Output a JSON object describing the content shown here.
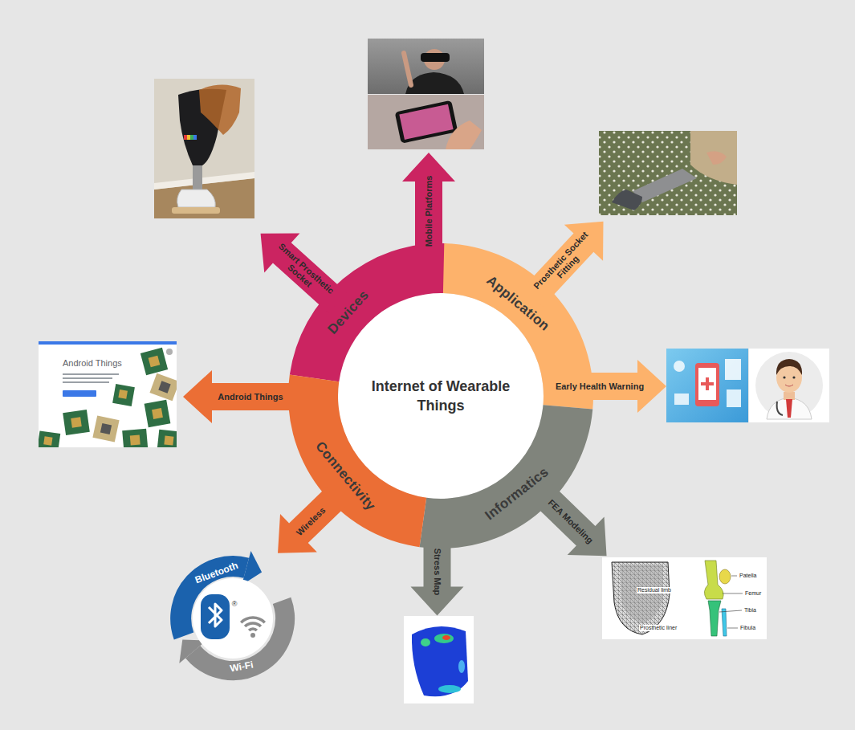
{
  "diagram": {
    "nodes": [
      {
        "text": [
          "Internet of Wearable Things"
        ]
      },
      {
        "text": [
          "Devices"
        ]
      },
      {
        "text": [
          "Application"
        ]
      },
      {
        "text": [
          "Informatics"
        ]
      },
      {
        "text": [
          "Connectivity"
        ]
      },
      {
        "text": [
          "Smart Prosthetic Socket"
        ]
      },
      {
        "text": [
          "Mobile Platforms"
        ]
      },
      {
        "text": [
          "Prosthetic Socket Fitting"
        ]
      },
      {
        "text": [
          "Early Health Warning"
        ]
      },
      {
        "text": [
          "FEA Modeling"
        ]
      },
      {
        "text": [
          "Stress Map"
        ]
      },
      {
        "text": [
          "Wireless"
        ]
      },
      {
        "text": [
          "Android Things"
        ]
      }
    ],
    "labels": [
      "Android Things",
      "Bluetooth",
      "®",
      "Wi-Fi",
      "Residual limb",
      "Prosthetic liner",
      "Patella",
      "Femur",
      "Tibia",
      "Fibula"
    ]
  }
}
